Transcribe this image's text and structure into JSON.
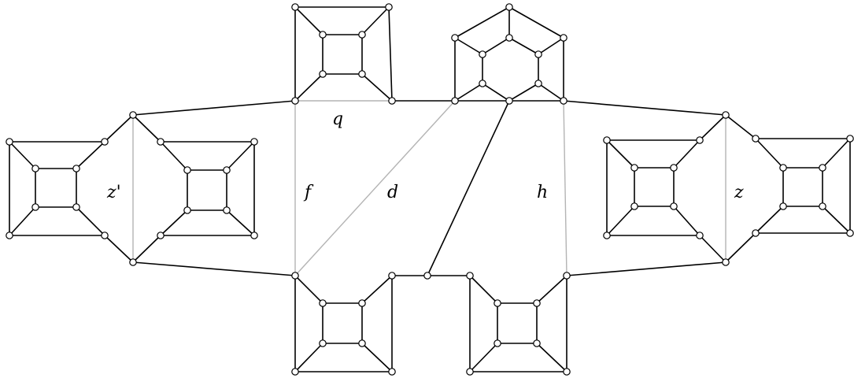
{
  "labels": {
    "q": "q",
    "f": "f",
    "d": "d",
    "h": "h",
    "z": "z",
    "z_prime": "z'"
  },
  "colors": {
    "edge": "#000000",
    "highlighted_edge": "#b4b4b4",
    "node_fill": "#ffffff"
  }
}
